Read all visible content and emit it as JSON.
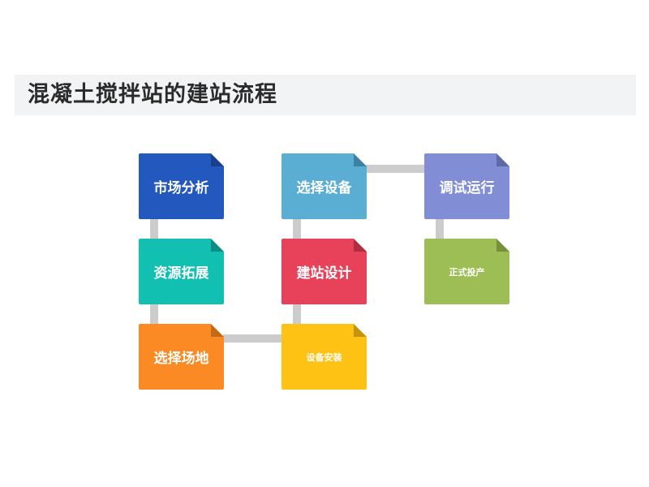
{
  "title": "混凝土搅拌站的建站流程",
  "steps": {
    "market_analysis": {
      "label": "市场分析",
      "color": "#2358bf",
      "fold": "#1a3f8c"
    },
    "resource_expand": {
      "label": "资源拓展",
      "color": "#12c0b2",
      "fold": "#0c8c82"
    },
    "choose_site": {
      "label": "选择场地",
      "color": "#fb8a24",
      "fold": "#c46a16"
    },
    "install_equipment": {
      "label": "设备安装",
      "color": "#fdc214",
      "fold": "#c4940c"
    },
    "station_design": {
      "label": "建站设计",
      "color": "#e8425a",
      "fold": "#b02e42"
    },
    "choose_equipment": {
      "label": "选择设备",
      "color": "#5aaed3",
      "fold": "#3e82a2"
    },
    "commissioning": {
      "label": "调试运行",
      "color": "#818ed6",
      "fold": "#5e69a8"
    },
    "production": {
      "label": "正式投产",
      "color": "#9dbe54",
      "fold": "#76913a"
    }
  },
  "colors": {
    "connector": "#cccccc",
    "title_bg": "#f2f3f5"
  }
}
